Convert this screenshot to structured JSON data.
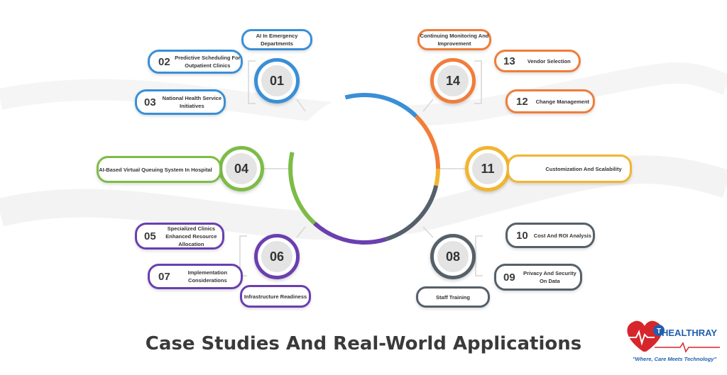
{
  "title": "Case Studies And Real-World Applications",
  "colors": {
    "blue": "#3a8fd6",
    "orange": "#f07d3a",
    "yellow": "#f2b52e",
    "green": "#7cbc47",
    "purple": "#6a3fb0",
    "slate": "#55606a"
  },
  "hubs": [
    {
      "number": "01",
      "color": "blue",
      "label": "AI In Emergency Departments"
    },
    {
      "number": "14",
      "color": "orange",
      "label": "Continuing Monitoring And Improvement"
    },
    {
      "number": "04",
      "color": "green",
      "label": ""
    },
    {
      "number": "11",
      "color": "yellow",
      "label": ""
    },
    {
      "number": "06",
      "color": "purple",
      "label": "Infrastructure Readiness"
    },
    {
      "number": "08",
      "color": "slate",
      "label": "Staff Training"
    }
  ],
  "items": [
    {
      "number": "02",
      "color": "blue",
      "label": "Predictive Scheduling For Outpatient Clinics"
    },
    {
      "number": "03",
      "color": "blue",
      "label": "National Health Service Initiatives"
    },
    {
      "number": "13",
      "color": "orange",
      "label": "Vendor Selection"
    },
    {
      "number": "12",
      "color": "orange",
      "label": "Change Management"
    },
    {
      "number": "04",
      "color": "green",
      "label": "AI-Based Virtual Queuing System In Hospital"
    },
    {
      "number": "11",
      "color": "yellow",
      "label": "Customization And Scalability"
    },
    {
      "number": "05",
      "color": "purple",
      "label": "Specialized Clinics Enhanced Resource Allocation"
    },
    {
      "number": "07",
      "color": "purple",
      "label": "Implementation Considerations"
    },
    {
      "number": "10",
      "color": "slate",
      "label": "Cost And ROI Analysis"
    },
    {
      "number": "09",
      "color": "slate",
      "label": "Privacy And Security On Data"
    }
  ],
  "logo": {
    "brand": "HEALTHRAY",
    "tagline": "\"Where, Care Meets Technology\"",
    "icon": "heart-pulse-icon"
  }
}
